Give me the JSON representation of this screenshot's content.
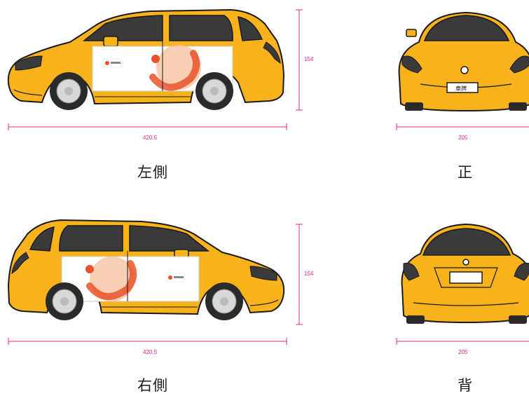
{
  "views": {
    "left_side": {
      "caption": "左側",
      "width_label": "420.5",
      "height_label": "154"
    },
    "front": {
      "caption": "正",
      "width_label": "205",
      "plate_text": "車牌"
    },
    "right_side": {
      "caption": "右側",
      "width_label": "420.5",
      "height_label": "154"
    },
    "rear": {
      "caption": "背",
      "width_label": "205"
    }
  },
  "colors": {
    "body": "#f7b21c",
    "body_shade": "#e09a0c",
    "dimension": "#e0268a",
    "window": "#3a3a3a",
    "outline": "#1a1a1a",
    "wrap_panel": "#ffffff",
    "graphic_orange": "#e8532a",
    "graphic_peach": "#f6c3a0"
  },
  "icons": {
    "left_panel_logo": "brand-logo-icon",
    "right_panel_logo": "brand-logo-icon"
  }
}
